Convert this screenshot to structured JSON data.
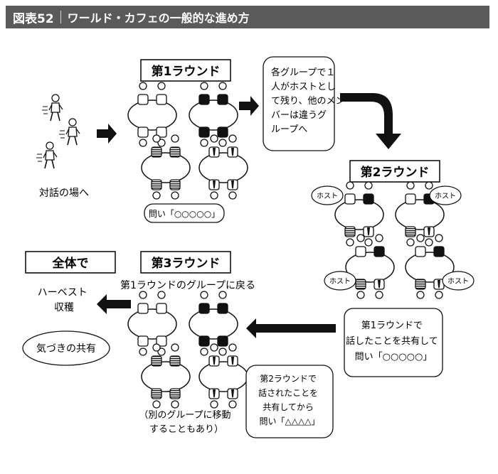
{
  "header": {
    "figure_no": "図表52",
    "title": "ワールド・カフェの一般的な進め方"
  },
  "round1": {
    "title": "第1ラウンド",
    "question": "問い「○○○○○」"
  },
  "to_dialogue": "対話の場へ",
  "note1": [
    "各グループで１",
    "人がホストとし",
    "て残り、他のメン",
    "バーは違うグ",
    "ループへ"
  ],
  "round2": {
    "title": "第2ラウンド",
    "host": "ホスト"
  },
  "round3": {
    "title": "第3ラウンド",
    "subtitle": "第1ラウンドのグループに戻る",
    "paren": [
      "（別のグループに移動",
      "することもあり）"
    ]
  },
  "whole": {
    "title": "全体で",
    "harvest": [
      "ハーベスト",
      "収穫"
    ],
    "awareness": "気づきの共有"
  },
  "note2": [
    "第1ラウンドで",
    "話したことを共有して",
    "問い「○○○○○」"
  ],
  "note3": [
    "第2ラウンドで",
    "話されたことを",
    "共有してから",
    "問い「△△△△」"
  ]
}
